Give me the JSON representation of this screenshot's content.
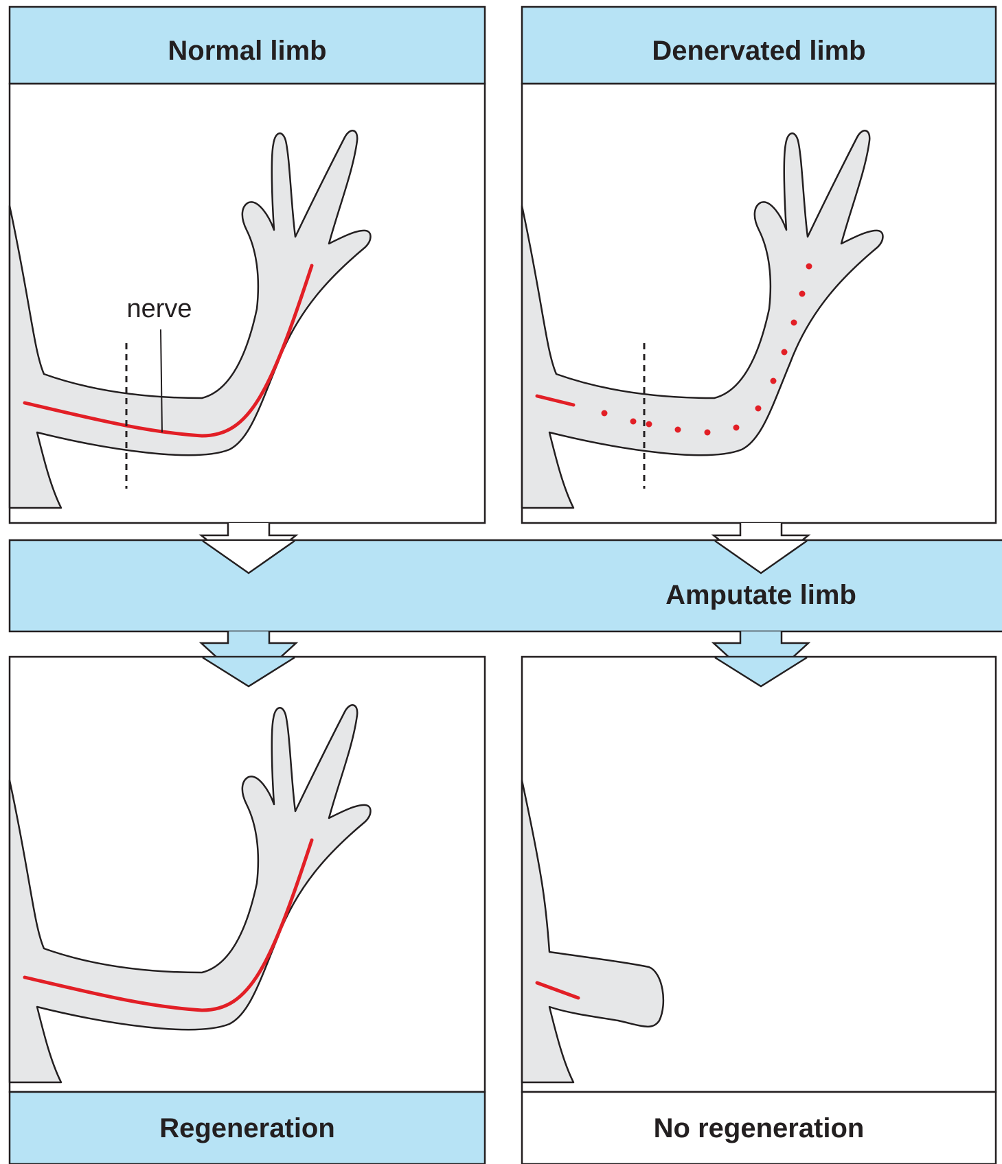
{
  "colors": {
    "band": "#b7e3f5",
    "nerve": "#e21f26",
    "limb": "#e6e7e8",
    "outline": "#231f20"
  },
  "panels": {
    "normal": {
      "title": "Normal limb",
      "nerve_label": "nerve"
    },
    "denervated": {
      "title": "Denervated limb"
    },
    "regenerated": {
      "caption": "Regeneration"
    },
    "not_regenerated": {
      "caption": "No regeneration"
    }
  },
  "step": {
    "label": "Amputate limb"
  }
}
